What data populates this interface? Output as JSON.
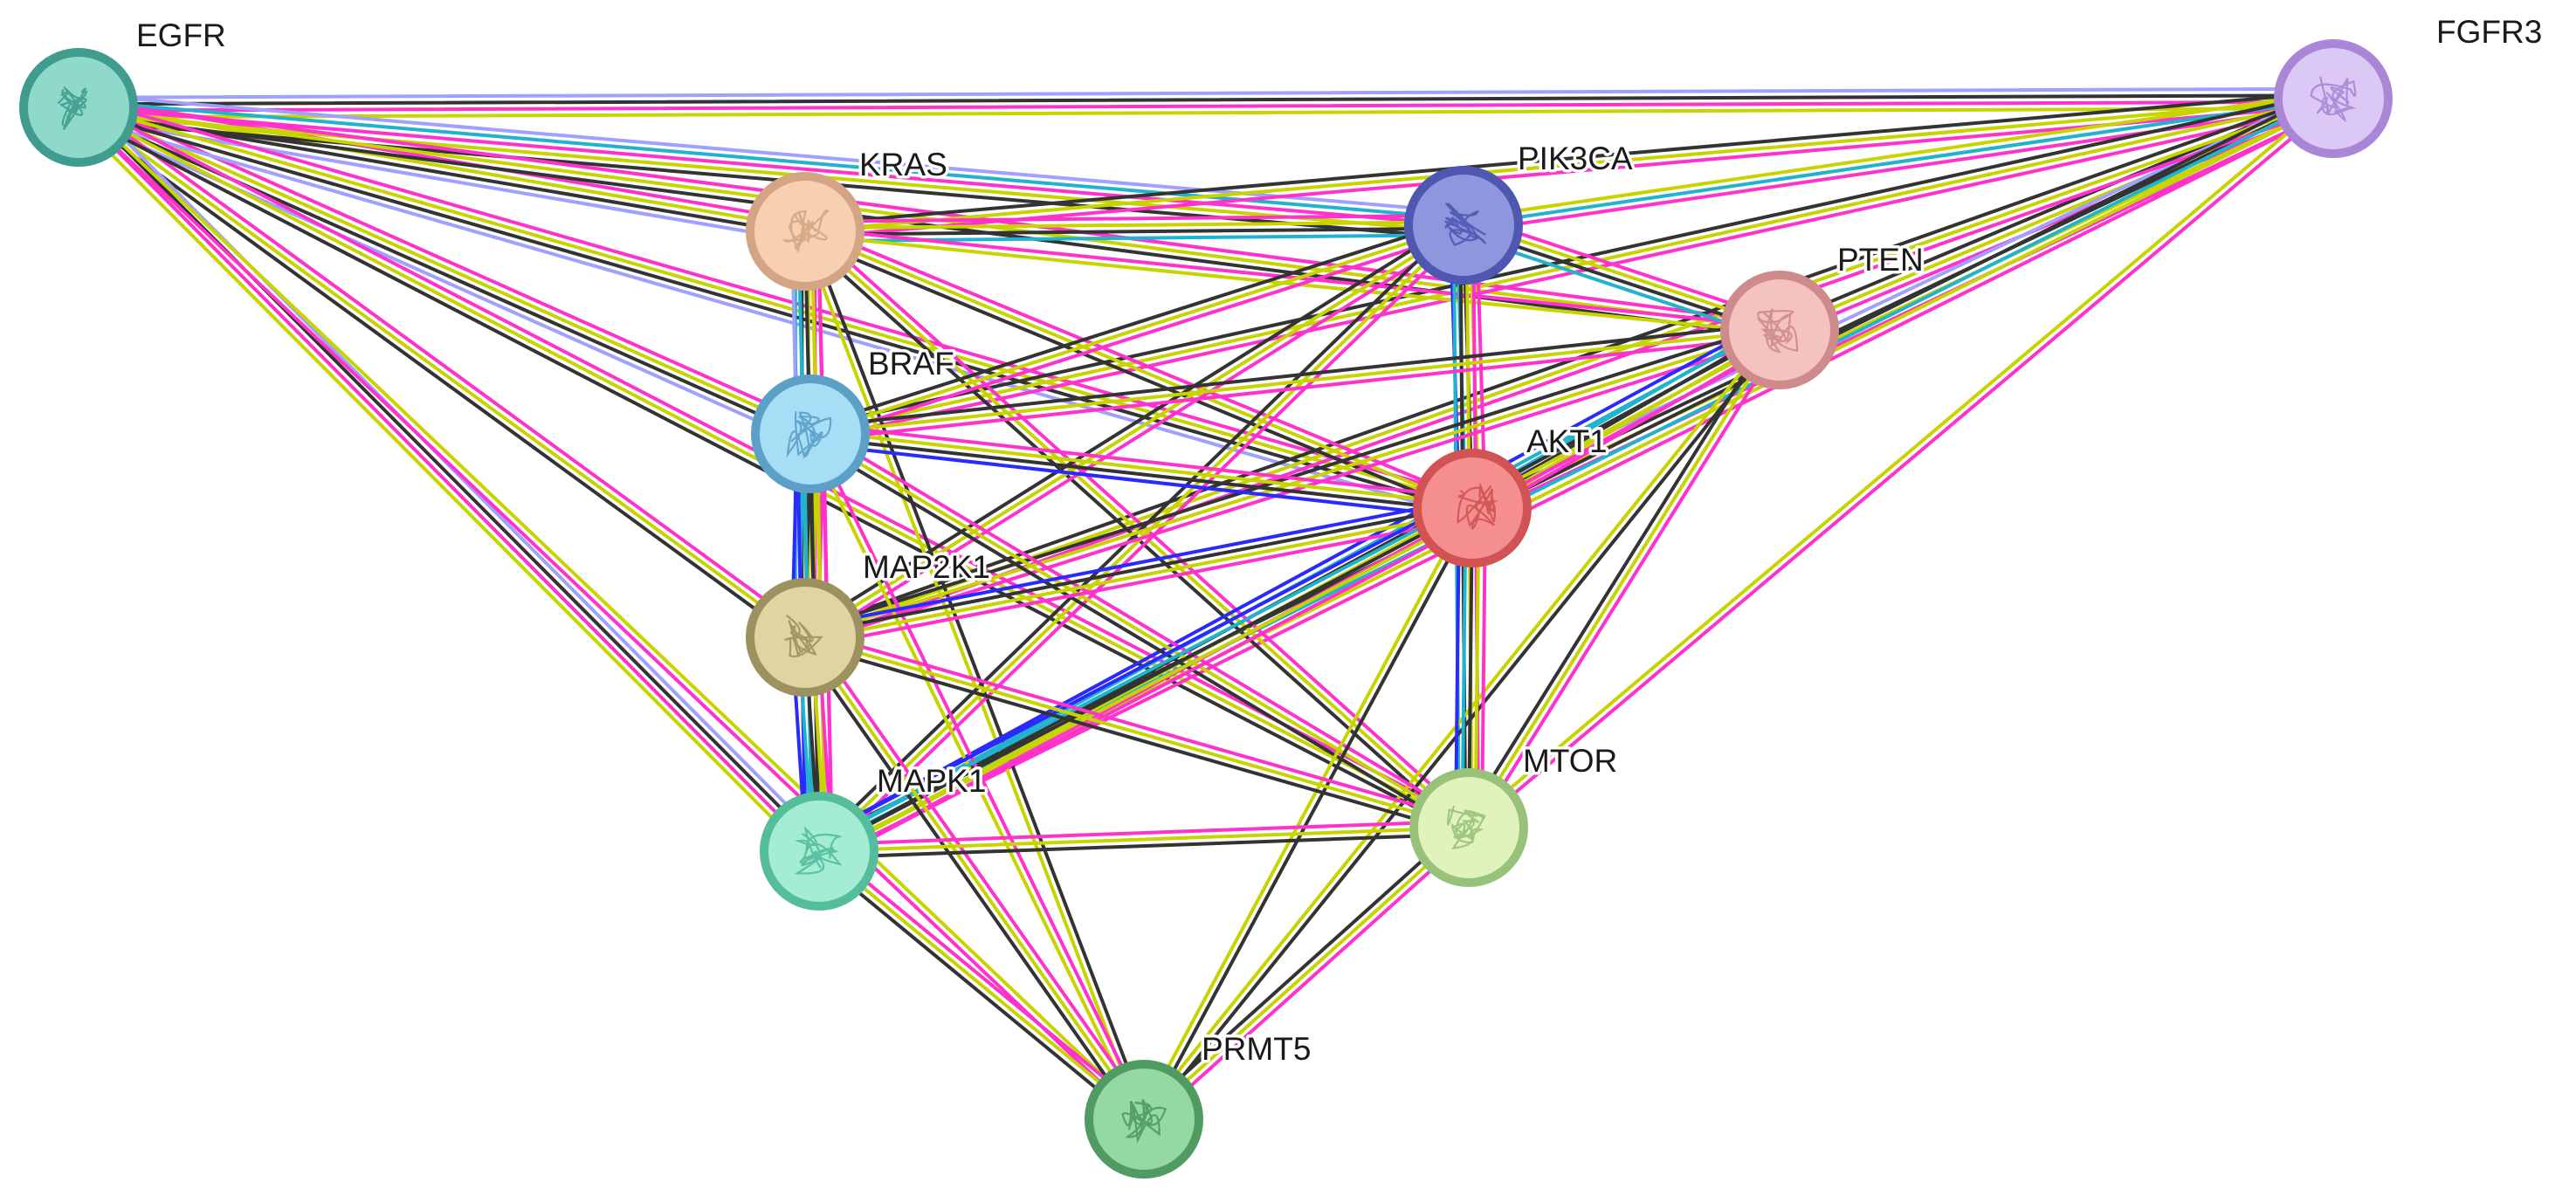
{
  "network": {
    "nodes": [
      {
        "id": "EGFR",
        "label": "EGFR",
        "color": "#8fd9cb",
        "border": "#3f9c8e",
        "structure_icon": "protein-structure-icon"
      },
      {
        "id": "FGFR3",
        "label": "FGFR3",
        "color": "#dcc8f5",
        "border": "#a987d6",
        "structure_icon": "protein-structure-icon"
      },
      {
        "id": "KRAS",
        "label": "KRAS",
        "color": "#f6d0b0",
        "border": "#d4a584",
        "structure_icon": "protein-structure-icon"
      },
      {
        "id": "PIK3CA",
        "label": "PIK3CA",
        "color": "#8e96dd",
        "border": "#4e58b0",
        "structure_icon": "protein-structure-icon"
      },
      {
        "id": "PTEN",
        "label": "PTEN",
        "color": "#f5c2c2",
        "border": "#cf8b8b",
        "structure_icon": "protein-structure-icon"
      },
      {
        "id": "BRAF",
        "label": "BRAF",
        "color": "#a6def5",
        "border": "#5c9fc7",
        "structure_icon": "protein-structure-icon"
      },
      {
        "id": "AKT1",
        "label": "AKT1",
        "color": "#f58f8f",
        "border": "#d25353",
        "structure_icon": "protein-structure-icon"
      },
      {
        "id": "MAP2K1",
        "label": "MAP2K1",
        "color": "#e0d4a2",
        "border": "#9e9160",
        "structure_icon": "protein-structure-icon"
      },
      {
        "id": "MAPK1",
        "label": "MAPK1",
        "color": "#a5ecd4",
        "border": "#54bd9c",
        "structure_icon": "protein-structure-icon"
      },
      {
        "id": "MTOR",
        "label": "MTOR",
        "color": "#e0f3bd",
        "border": "#98c27a",
        "structure_icon": "protein-structure-icon"
      },
      {
        "id": "PRMT5",
        "label": "PRMT5",
        "color": "#94d8a3",
        "border": "#4f9b61",
        "structure_icon": "protein-structure-icon"
      }
    ],
    "evidence_colors": [
      "#ff33cc",
      "#c8d400",
      "#333333",
      "#a0a0ff",
      "#22b3cc",
      "#2a2aff"
    ],
    "edges": [
      {
        "source": "EGFR",
        "target": "FGFR3",
        "evidence": [
          "#a0a0ff",
          "#333333",
          "#ff33cc",
          "#c8d400"
        ]
      },
      {
        "source": "EGFR",
        "target": "KRAS",
        "evidence": [
          "#ff33cc",
          "#c8d400",
          "#333333",
          "#a0a0ff"
        ]
      },
      {
        "source": "EGFR",
        "target": "PIK3CA",
        "evidence": [
          "#a0a0ff",
          "#22b3cc",
          "#ff33cc",
          "#c8d400",
          "#333333"
        ]
      },
      {
        "source": "EGFR",
        "target": "PTEN",
        "evidence": [
          "#ff33cc",
          "#c8d400",
          "#333333"
        ]
      },
      {
        "source": "EGFR",
        "target": "BRAF",
        "evidence": [
          "#ff33cc",
          "#c8d400",
          "#333333",
          "#a0a0ff"
        ]
      },
      {
        "source": "EGFR",
        "target": "AKT1",
        "evidence": [
          "#ff33cc",
          "#c8d400",
          "#333333",
          "#a0a0ff"
        ]
      },
      {
        "source": "EGFR",
        "target": "MAP2K1",
        "evidence": [
          "#ff33cc",
          "#c8d400",
          "#333333"
        ]
      },
      {
        "source": "EGFR",
        "target": "MAPK1",
        "evidence": [
          "#a0a0ff",
          "#333333",
          "#ff33cc",
          "#c8d400"
        ]
      },
      {
        "source": "EGFR",
        "target": "MTOR",
        "evidence": [
          "#ff33cc",
          "#c8d400",
          "#333333"
        ]
      },
      {
        "source": "EGFR",
        "target": "PRMT5",
        "evidence": [
          "#c8d400",
          "#ff33cc"
        ]
      },
      {
        "source": "FGFR3",
        "target": "KRAS",
        "evidence": [
          "#ff33cc",
          "#c8d400",
          "#333333"
        ]
      },
      {
        "source": "FGFR3",
        "target": "PIK3CA",
        "evidence": [
          "#ff33cc",
          "#22b3cc",
          "#c8d400"
        ]
      },
      {
        "source": "FGFR3",
        "target": "PTEN",
        "evidence": [
          "#ff33cc",
          "#c8d400",
          "#333333"
        ]
      },
      {
        "source": "FGFR3",
        "target": "BRAF",
        "evidence": [
          "#ff33cc",
          "#c8d400",
          "#333333"
        ]
      },
      {
        "source": "FGFR3",
        "target": "AKT1",
        "evidence": [
          "#ff33cc",
          "#c8d400",
          "#333333",
          "#a0a0ff"
        ]
      },
      {
        "source": "FGFR3",
        "target": "MAP2K1",
        "evidence": [
          "#ff33cc",
          "#c8d400",
          "#333333"
        ]
      },
      {
        "source": "FGFR3",
        "target": "MAPK1",
        "evidence": [
          "#ff33cc",
          "#c8d400",
          "#22b3cc",
          "#333333"
        ]
      },
      {
        "source": "FGFR3",
        "target": "MTOR",
        "evidence": [
          "#ff33cc",
          "#c8d400"
        ]
      },
      {
        "source": "KRAS",
        "target": "PIK3CA",
        "evidence": [
          "#ff33cc",
          "#c8d400",
          "#333333",
          "#22b3cc"
        ]
      },
      {
        "source": "KRAS",
        "target": "PTEN",
        "evidence": [
          "#ff33cc",
          "#c8d400"
        ]
      },
      {
        "source": "KRAS",
        "target": "BRAF",
        "evidence": [
          "#ff33cc",
          "#c8d400",
          "#333333",
          "#22b3cc",
          "#2a2aff"
        ]
      },
      {
        "source": "KRAS",
        "target": "AKT1",
        "evidence": [
          "#ff33cc",
          "#c8d400",
          "#333333"
        ]
      },
      {
        "source": "KRAS",
        "target": "MAP2K1",
        "evidence": [
          "#ff33cc",
          "#c8d400",
          "#333333",
          "#22b3cc"
        ]
      },
      {
        "source": "KRAS",
        "target": "MAPK1",
        "evidence": [
          "#ff33cc",
          "#c8d400",
          "#333333",
          "#22b3cc",
          "#a0a0ff"
        ]
      },
      {
        "source": "KRAS",
        "target": "MTOR",
        "evidence": [
          "#ff33cc",
          "#c8d400",
          "#333333"
        ]
      },
      {
        "source": "KRAS",
        "target": "PRMT5",
        "evidence": [
          "#333333",
          "#c8d400"
        ]
      },
      {
        "source": "PIK3CA",
        "target": "PTEN",
        "evidence": [
          "#ff33cc",
          "#c8d400",
          "#333333",
          "#22b3cc"
        ]
      },
      {
        "source": "PIK3CA",
        "target": "BRAF",
        "evidence": [
          "#ff33cc",
          "#c8d400",
          "#333333"
        ]
      },
      {
        "source": "PIK3CA",
        "target": "AKT1",
        "evidence": [
          "#ff33cc",
          "#c8d400",
          "#333333",
          "#22b3cc",
          "#2a2aff"
        ]
      },
      {
        "source": "PIK3CA",
        "target": "MAP2K1",
        "evidence": [
          "#ff33cc",
          "#c8d400",
          "#333333"
        ]
      },
      {
        "source": "PIK3CA",
        "target": "MAPK1",
        "evidence": [
          "#ff33cc",
          "#c8d400",
          "#333333"
        ]
      },
      {
        "source": "PIK3CA",
        "target": "MTOR",
        "evidence": [
          "#ff33cc",
          "#c8d400",
          "#333333",
          "#22b3cc"
        ]
      },
      {
        "source": "PTEN",
        "target": "BRAF",
        "evidence": [
          "#ff33cc",
          "#c8d400",
          "#333333"
        ]
      },
      {
        "source": "PTEN",
        "target": "AKT1",
        "evidence": [
          "#ff33cc",
          "#c8d400",
          "#333333",
          "#22b3cc"
        ]
      },
      {
        "source": "PTEN",
        "target": "MAP2K1",
        "evidence": [
          "#ff33cc",
          "#c8d400",
          "#333333"
        ]
      },
      {
        "source": "PTEN",
        "target": "MAPK1",
        "evidence": [
          "#ff33cc",
          "#c8d400",
          "#333333",
          "#22b3cc",
          "#2a2aff"
        ]
      },
      {
        "source": "PTEN",
        "target": "MTOR",
        "evidence": [
          "#ff33cc",
          "#c8d400",
          "#333333"
        ]
      },
      {
        "source": "PTEN",
        "target": "PRMT5",
        "evidence": [
          "#333333",
          "#c8d400"
        ]
      },
      {
        "source": "BRAF",
        "target": "AKT1",
        "evidence": [
          "#ff33cc",
          "#c8d400",
          "#333333",
          "#2a2aff"
        ]
      },
      {
        "source": "BRAF",
        "target": "MAP2K1",
        "evidence": [
          "#ff33cc",
          "#c8d400",
          "#333333",
          "#22b3cc",
          "#2a2aff"
        ]
      },
      {
        "source": "BRAF",
        "target": "MAPK1",
        "evidence": [
          "#ff33cc",
          "#c8d400",
          "#333333",
          "#22b3cc",
          "#2a2aff"
        ]
      },
      {
        "source": "BRAF",
        "target": "MTOR",
        "evidence": [
          "#ff33cc",
          "#c8d400",
          "#333333"
        ]
      },
      {
        "source": "BRAF",
        "target": "PRMT5",
        "evidence": [
          "#ff33cc",
          "#c8d400"
        ]
      },
      {
        "source": "AKT1",
        "target": "MAP2K1",
        "evidence": [
          "#ff33cc",
          "#c8d400",
          "#333333",
          "#2a2aff"
        ]
      },
      {
        "source": "AKT1",
        "target": "MAPK1",
        "evidence": [
          "#ff33cc",
          "#c8d400",
          "#333333",
          "#22b3cc",
          "#2a2aff"
        ]
      },
      {
        "source": "AKT1",
        "target": "MTOR",
        "evidence": [
          "#ff33cc",
          "#c8d400",
          "#333333",
          "#22b3cc",
          "#2a2aff"
        ]
      },
      {
        "source": "AKT1",
        "target": "PRMT5",
        "evidence": [
          "#333333",
          "#c8d400"
        ]
      },
      {
        "source": "MAP2K1",
        "target": "MAPK1",
        "evidence": [
          "#ff33cc",
          "#c8d400",
          "#333333",
          "#22b3cc",
          "#2a2aff"
        ]
      },
      {
        "source": "MAP2K1",
        "target": "MTOR",
        "evidence": [
          "#ff33cc",
          "#c8d400",
          "#333333"
        ]
      },
      {
        "source": "MAP2K1",
        "target": "PRMT5",
        "evidence": [
          "#ff33cc",
          "#c8d400",
          "#333333"
        ]
      },
      {
        "source": "MAPK1",
        "target": "MTOR",
        "evidence": [
          "#ff33cc",
          "#c8d400",
          "#333333"
        ]
      },
      {
        "source": "MAPK1",
        "target": "PRMT5",
        "evidence": [
          "#ff33cc",
          "#c8d400",
          "#333333"
        ]
      },
      {
        "source": "MTOR",
        "target": "PRMT5",
        "evidence": [
          "#ff33cc",
          "#c8d400",
          "#333333"
        ]
      }
    ]
  }
}
